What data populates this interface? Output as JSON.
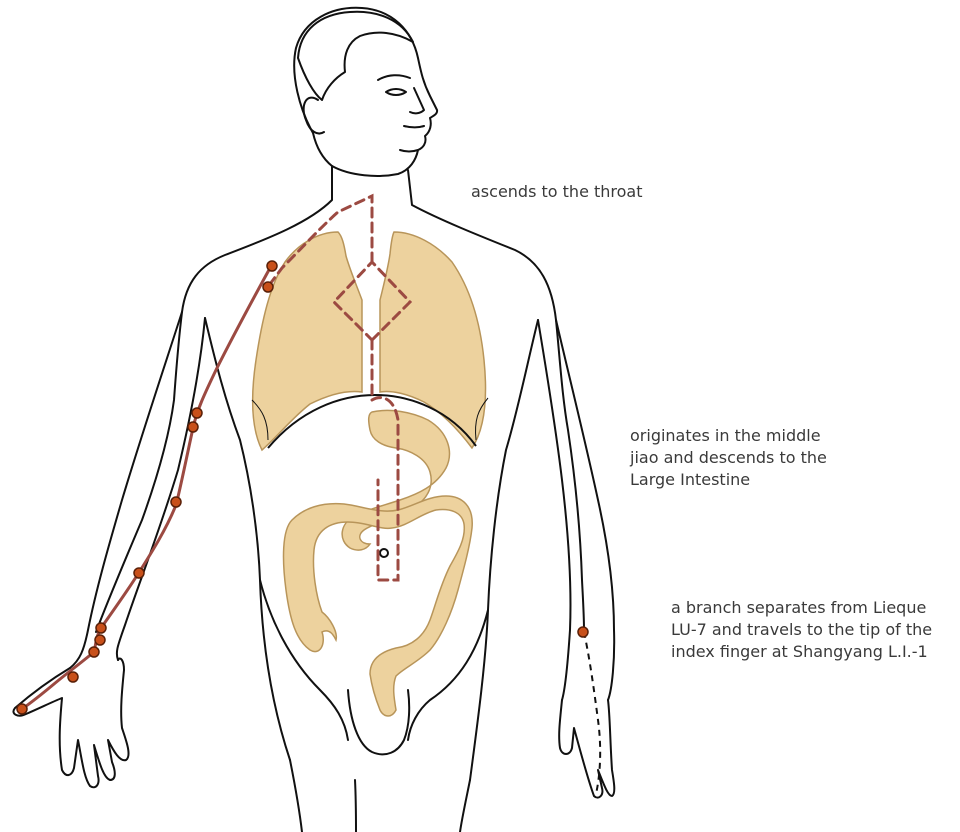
{
  "annotations": {
    "throat": {
      "lines": [
        "ascends to the throat"
      ]
    },
    "origin": {
      "lines": [
        "originates in the middle",
        "jiao and descends to the",
        "Large Intestine"
      ]
    },
    "branch": {
      "lines": [
        "a branch separates from Lieque",
        "LU-7 and travels to the tip of the",
        "index finger at Shangyang L.I.-1"
      ]
    }
  },
  "colors": {
    "outline": "#111111",
    "organ_fill": "#edd29e",
    "organ_stroke": "#b8955a",
    "channel": "#9c4a42",
    "acupoint_fill": "#c8501a",
    "acupoint_stroke": "#5a2008",
    "branch_line": "#111111"
  },
  "acupoints": {
    "count": 11,
    "branch_count": 1
  }
}
